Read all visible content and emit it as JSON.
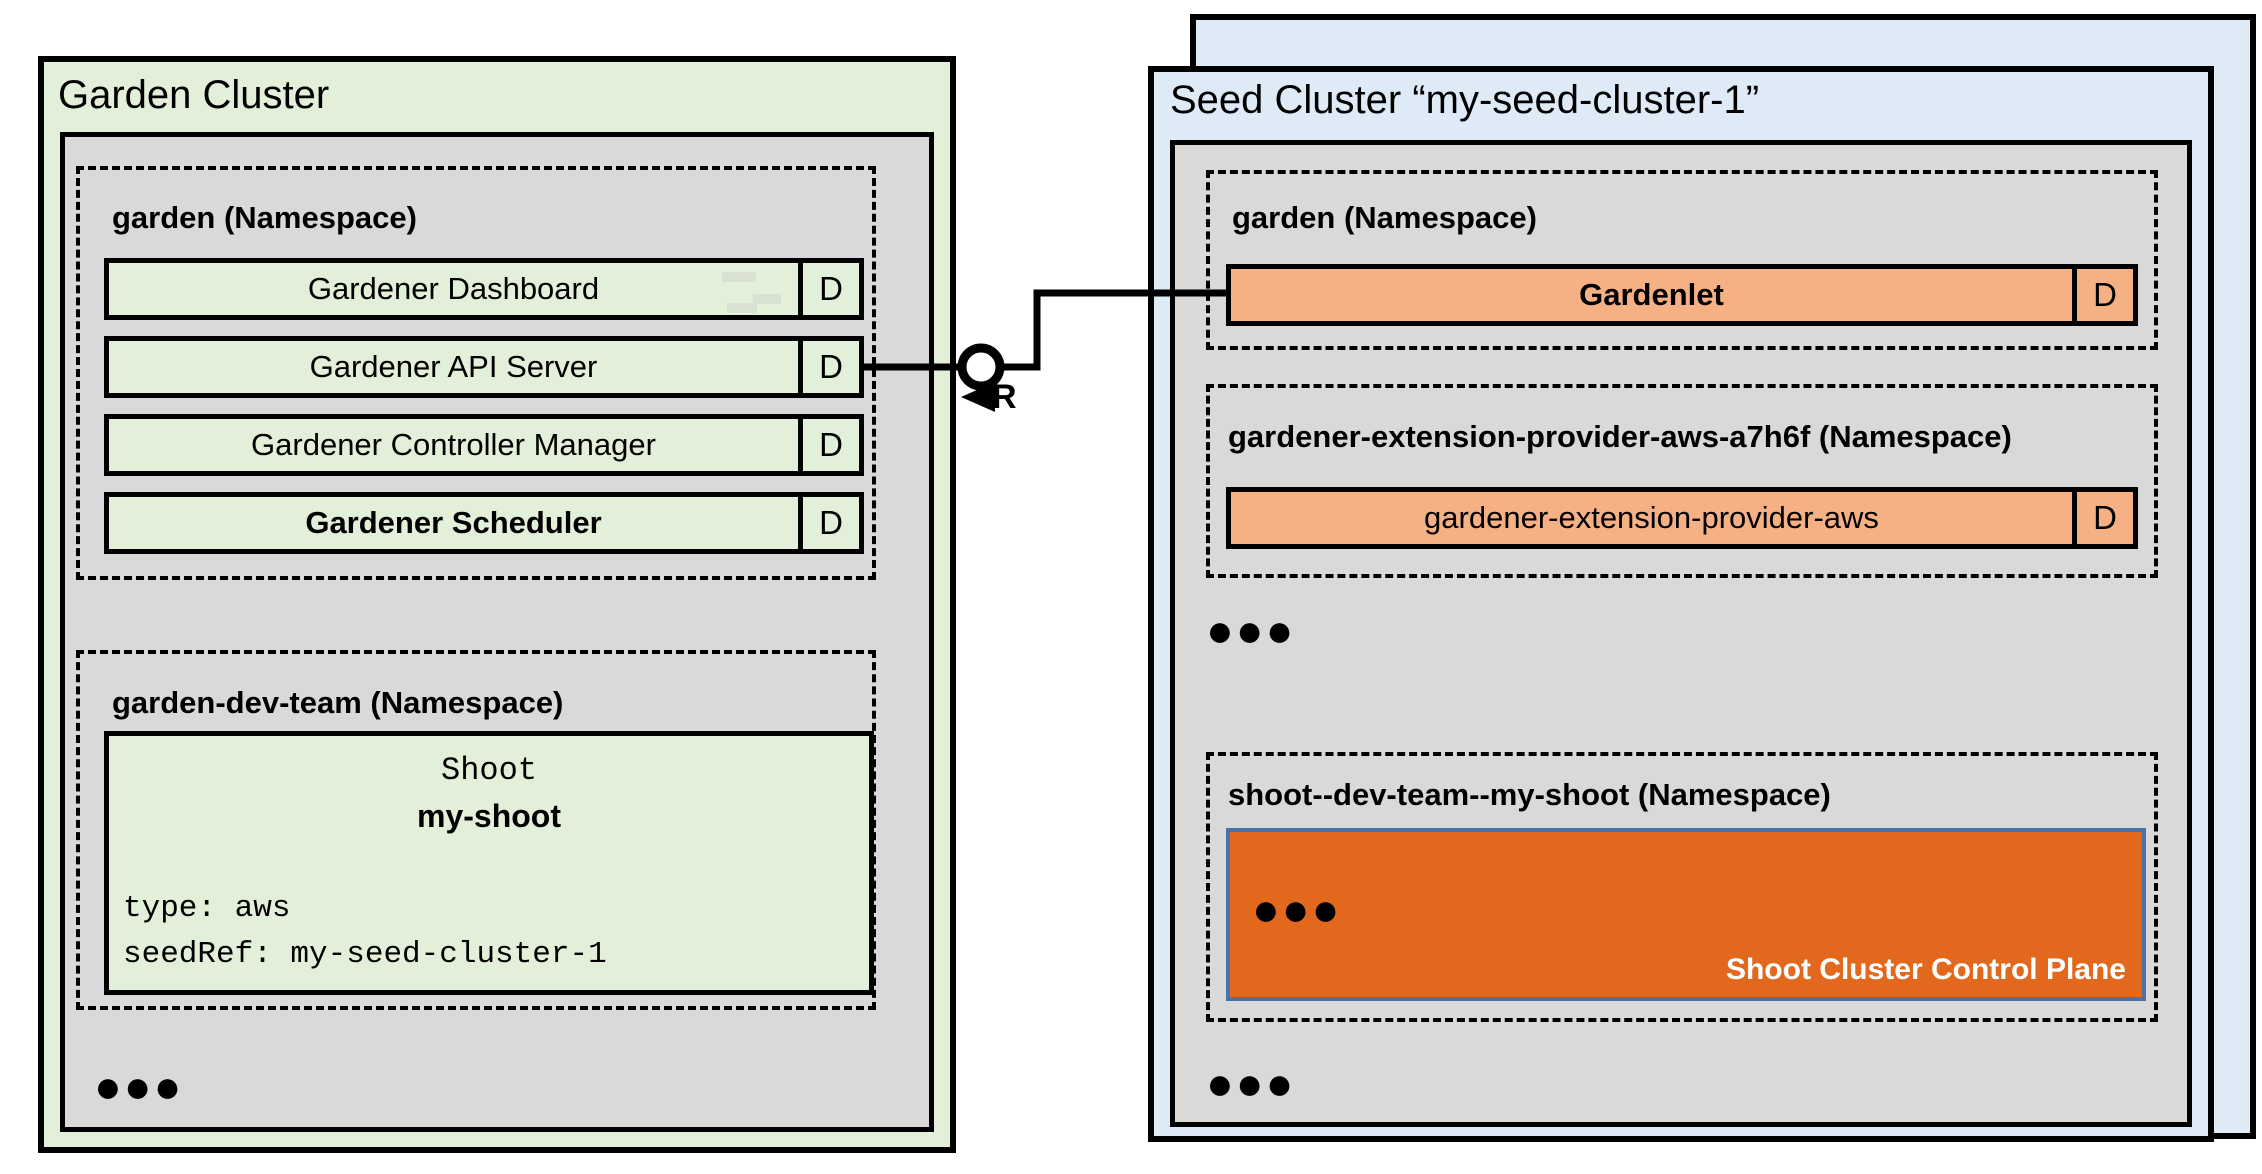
{
  "diagram": {
    "title": "Gardener Garden / Seed cluster architecture",
    "colors": {
      "garden_cluster_bg": "#e2efd9",
      "seed_cluster_bg": "#dfeaf7",
      "cluster_body_bg": "#d9d9d9",
      "garden_component_bg": "#e2efd9",
      "seed_component_bg": "#f5b183",
      "control_plane_bg": "#e2681d",
      "control_plane_border": "#4a71a8",
      "outline": "#000000"
    }
  },
  "garden_cluster": {
    "title": "Garden Cluster",
    "namespaces": [
      {
        "name": "garden (Namespace)",
        "components": [
          {
            "label": "Gardener Dashboard",
            "badge": "D",
            "bold": false
          },
          {
            "label": "Gardener API Server",
            "badge": "D",
            "bold": false
          },
          {
            "label": "Gardener Controller Manager",
            "badge": "D",
            "bold": false
          },
          {
            "label": "Gardener Scheduler",
            "badge": "D",
            "bold": true
          }
        ]
      },
      {
        "name": "garden-dev-team (Namespace)",
        "resource": {
          "kind": "Shoot",
          "name": "my-shoot",
          "fields": [
            "type: aws",
            "seedRef: my-seed-cluster-1"
          ]
        }
      }
    ],
    "more_indicator": "●●●"
  },
  "seed_cluster": {
    "title": "Seed Cluster “my-seed-cluster-1”",
    "namespaces": [
      {
        "name": "garden (Namespace)",
        "components": [
          {
            "label": "Gardenlet",
            "badge": "D",
            "bold": true
          }
        ]
      },
      {
        "name": "gardener-extension-provider-aws-a7h6f (Namespace)",
        "components": [
          {
            "label": "gardener-extension-provider-aws",
            "badge": "D",
            "bold": false
          }
        ]
      },
      {
        "name": "shoot--dev-team--my-shoot (Namespace)",
        "control_plane": {
          "label": "Shoot Cluster Control Plane",
          "more_indicator": "●●●"
        }
      }
    ],
    "more_indicator_between_namespaces": "●●●",
    "more_indicator_bottom": "●●●"
  },
  "connector": {
    "label": "R",
    "from": "Gardener API Server",
    "to": "Gardenlet"
  }
}
